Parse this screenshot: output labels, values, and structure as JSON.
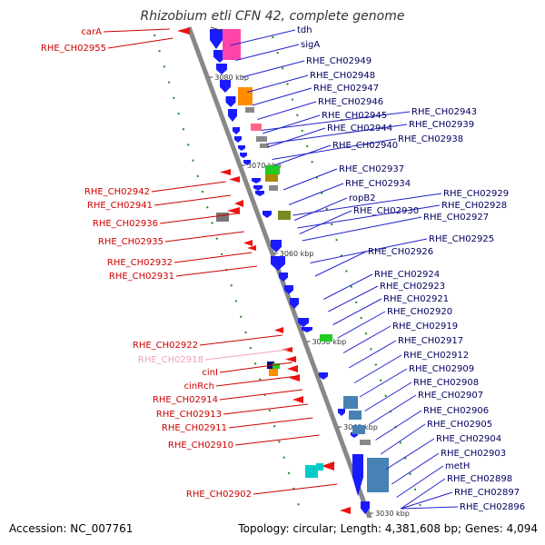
{
  "title": "Rhizobium etli CFN 42, complete genome",
  "footer": {
    "accession": "Accession: NC_007761",
    "topology": "Topology: circular; Length: 4,381,608 bp; Genes: 4,094"
  },
  "colors": {
    "forward_gene": "#1a1aff",
    "reverse_gene": "#ee1111",
    "backbone": "#888888",
    "label_right": "#2222cc",
    "label_left": "#cc0000",
    "label_highlight": "#f0a0c0",
    "dots": "#228822"
  },
  "kbp_marks": [
    "3080 kbp",
    "3070 kbp",
    "3060 kbp",
    "3050 kbp",
    "3040 kbp",
    "3030 kbp"
  ],
  "right_labels": [
    "tdh",
    "sigA",
    "RHE_CH02949",
    "RHE_CH02948",
    "RHE_CH02947",
    "RHE_CH02946",
    "RHE_CH02945",
    "RHE_CH02943",
    "RHE_CH02944",
    "RHE_CH02939",
    "RHE_CH02940",
    "RHE_CH02938",
    "RHE_CH02937",
    "RHE_CH02934",
    "RHE_CH02929",
    "ropB2",
    "RHE_CH02928",
    "RHE_CH02930",
    "RHE_CH02927",
    "RHE_CH02925",
    "RHE_CH02926",
    "RHE_CH02924",
    "RHE_CH02923",
    "RHE_CH02921",
    "RHE_CH02920",
    "RHE_CH02919",
    "RHE_CH02917",
    "RHE_CH02912",
    "RHE_CH02909",
    "RHE_CH02908",
    "RHE_CH02907",
    "RHE_CH02906",
    "RHE_CH02905",
    "RHE_CH02904",
    "RHE_CH02903",
    "metH",
    "RHE_CH02898",
    "RHE_CH02897",
    "RHE_CH02896"
  ],
  "left_labels": [
    "carA",
    "RHE_CH02955",
    "RHE_CH02942",
    "RHE_CH02941",
    "RHE_CH02936",
    "RHE_CH02935",
    "RHE_CH02932",
    "RHE_CH02931",
    "RHE_CH02922",
    "RHE_CH02918",
    "cinI",
    "cinRch",
    "RHE_CH02914",
    "RHE_CH02913",
    "RHE_CH02911",
    "RHE_CH02910",
    "RHE_CH02902"
  ]
}
